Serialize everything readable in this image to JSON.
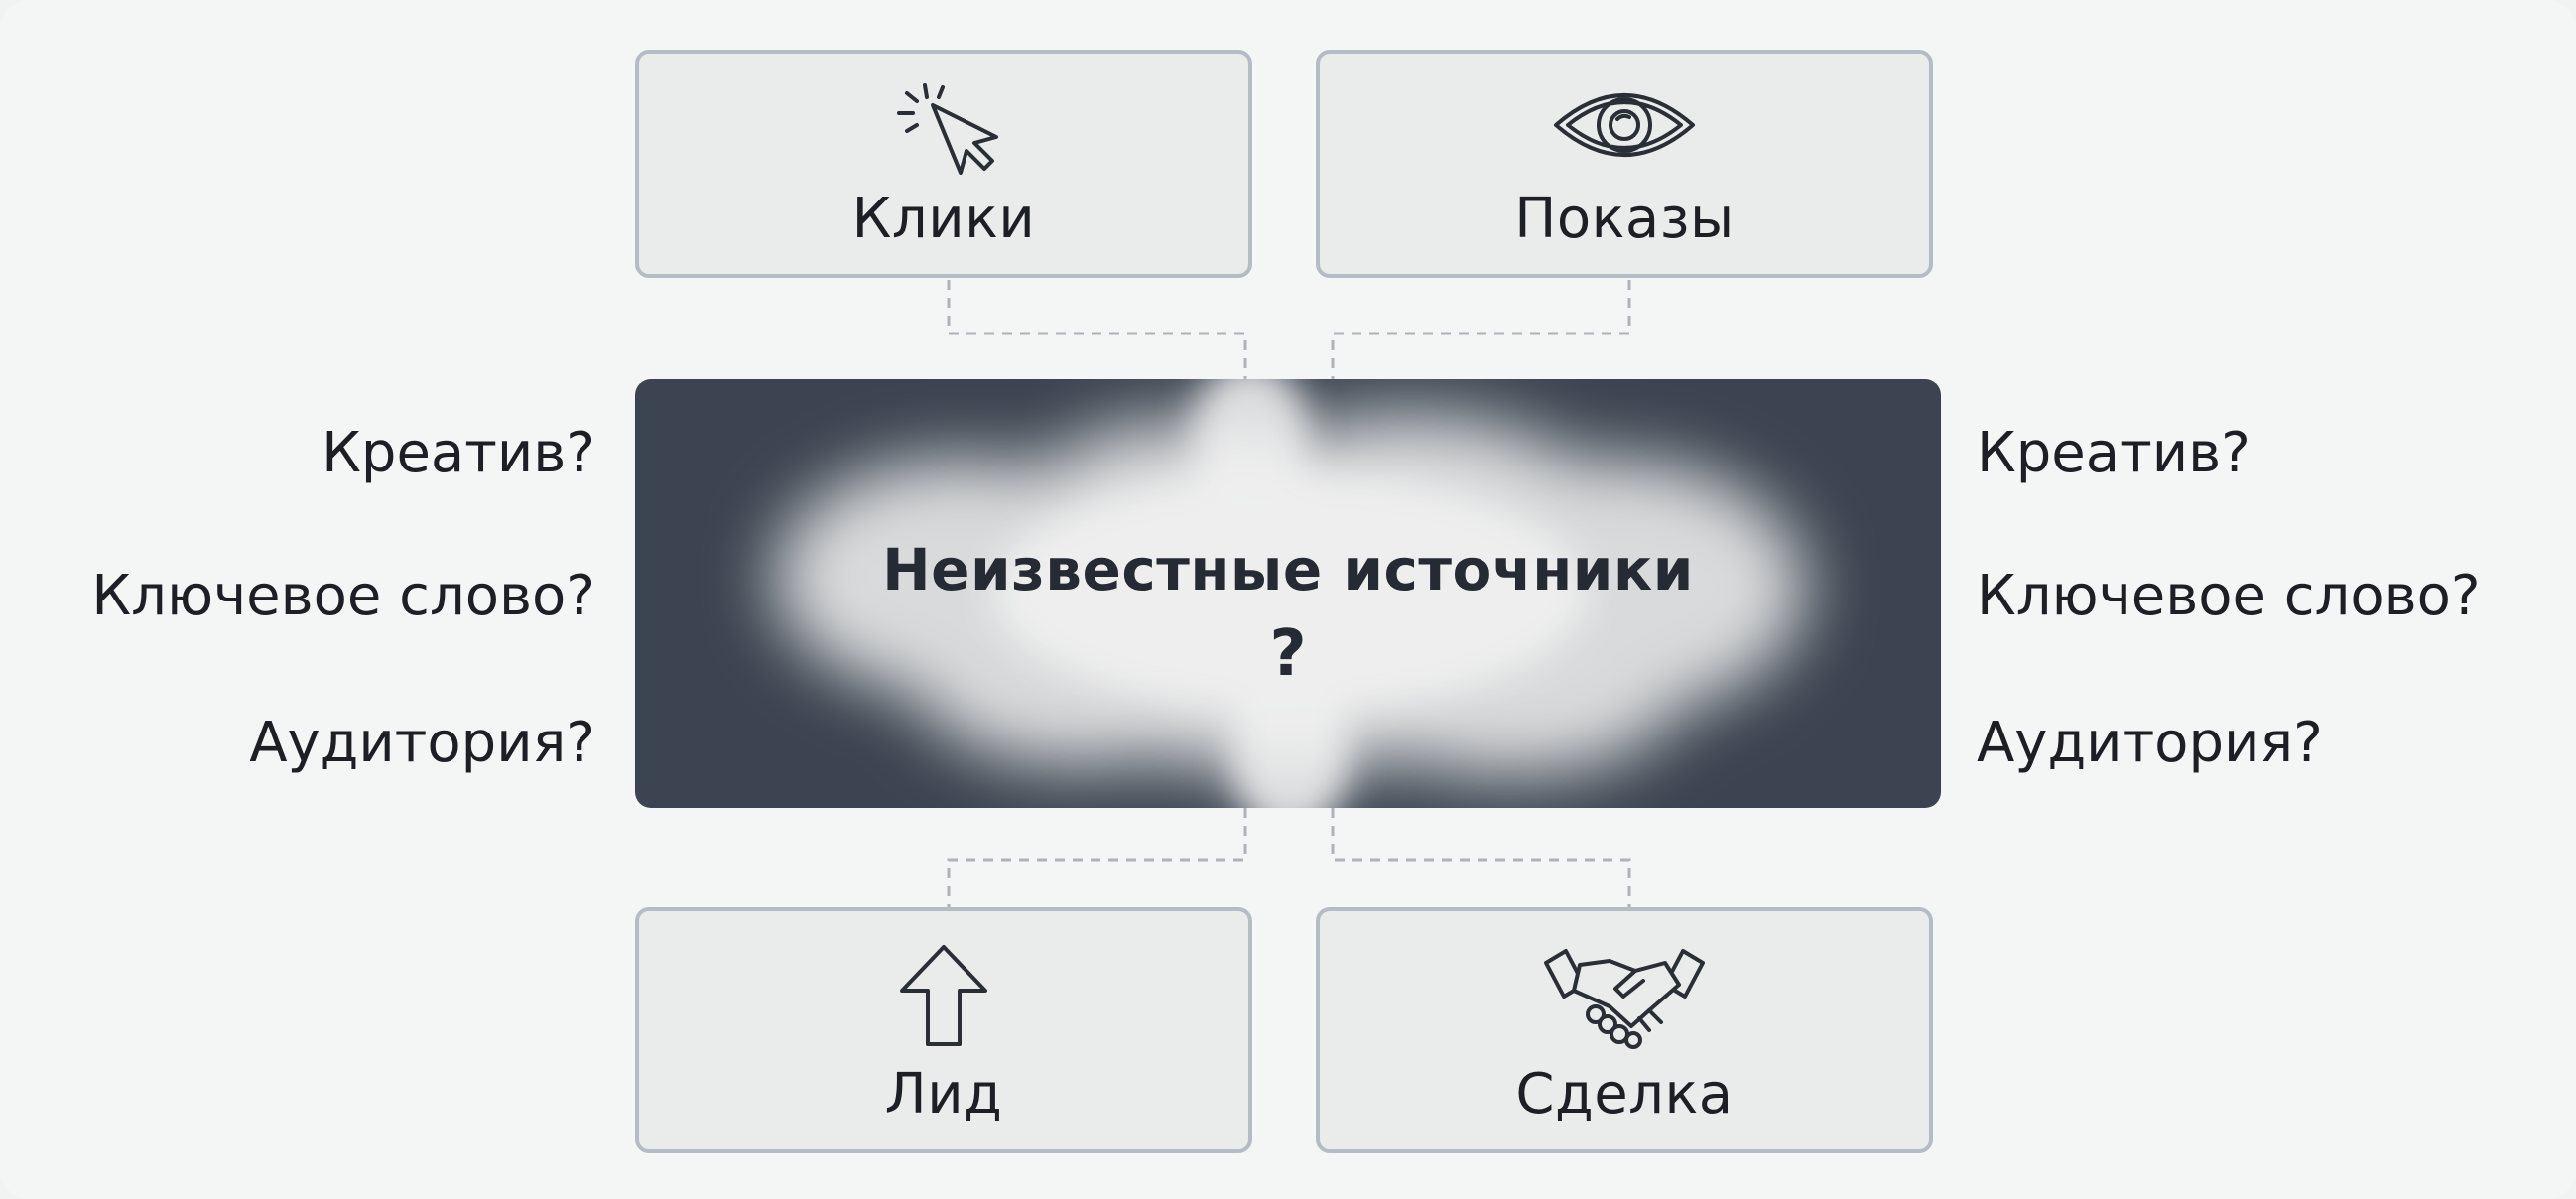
{
  "diagram": {
    "center": {
      "title": "Неизвестные источники",
      "question": "?"
    },
    "metrics": [
      {
        "label": "Клики",
        "icon": "cursor-click-icon"
      },
      {
        "label": "Показы",
        "icon": "eye-icon"
      },
      {
        "label": "Лид",
        "icon": "arrow-up-icon"
      },
      {
        "label": "Сделка",
        "icon": "handshake-icon"
      }
    ],
    "left_questions": [
      "Креатив?",
      "Ключевое слово?",
      "Аудитория?"
    ],
    "right_questions": [
      "Креатив?",
      "Ключевое слово?",
      "Аудитория?"
    ],
    "colors": {
      "panel": "#3b4450",
      "box_border": "#b6bcc3",
      "box_fill": "#eaebeb",
      "connector": "#aeb3b9",
      "background": "#f4f5f5"
    }
  }
}
